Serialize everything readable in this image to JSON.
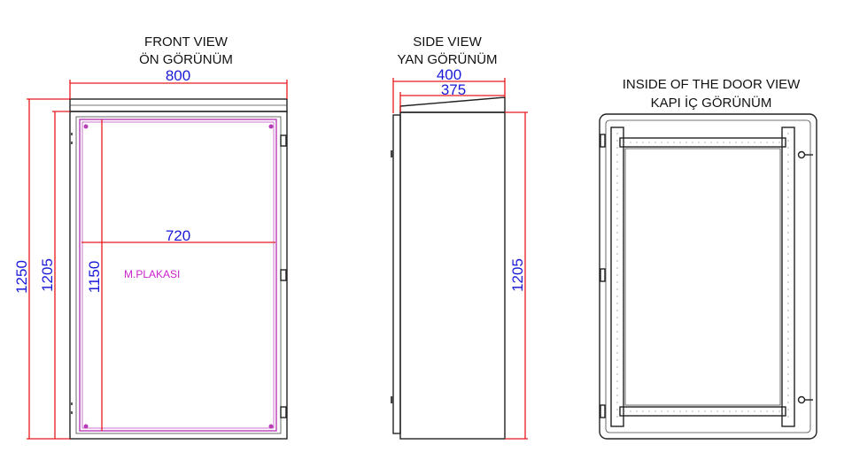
{
  "front_view": {
    "title_en": "FRONT VIEW",
    "title_tr": "ÖN GÖRÜNÜM",
    "dim_width": "800",
    "dim_inner_width": "720",
    "dim_total_height": "1250",
    "dim_body_height": "1205",
    "dim_inner_height": "1150",
    "plate_label": "M.PLAKASI"
  },
  "side_view": {
    "title_en": "SIDE VIEW",
    "title_tr": "YAN GÖRÜNÜM",
    "dim_depth": "400",
    "dim_inner_depth": "375",
    "dim_height": "1205"
  },
  "door_view": {
    "title_en": "INSIDE OF THE DOOR VIEW",
    "title_tr": "KAPI İÇ GÖRÜNÜM"
  },
  "colors": {
    "dimension_line": "#e8191e",
    "dimension_text": "#1a1ad8",
    "mounting_plate": "#b83cb8",
    "outline": "#222222"
  }
}
